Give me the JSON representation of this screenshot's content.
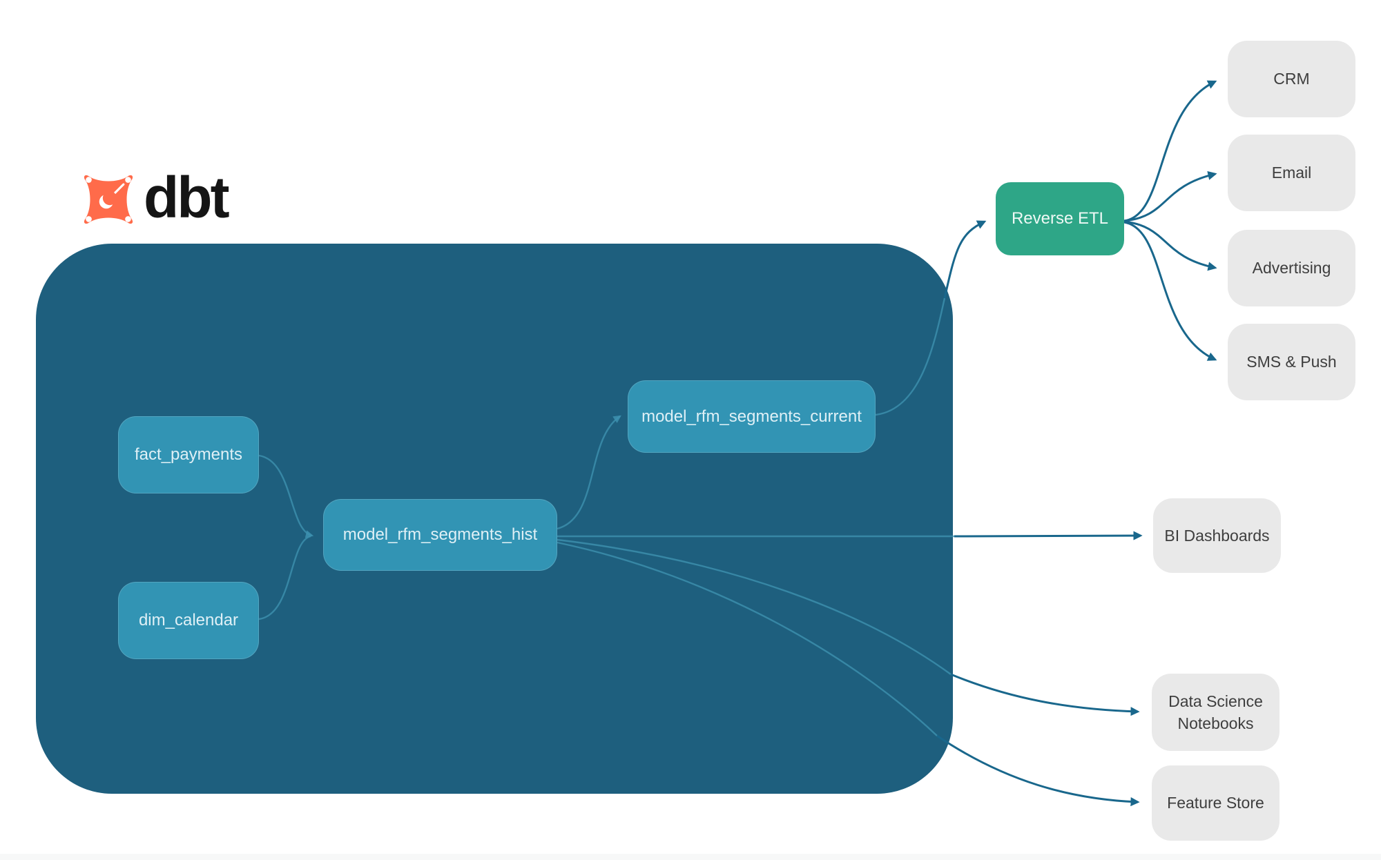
{
  "logo": {
    "text": "dbt",
    "icon": "dbt-supernova-icon"
  },
  "colors": {
    "container": "#1E5F7E",
    "model_node": "#3294B4",
    "reverse_etl_node": "#2EA687",
    "destination_node": "#E9E9E9",
    "edge_internal": "#3D91AF",
    "edge_external": "#19678C",
    "logo_orange": "#FF6B4A",
    "logo_text": "#151515"
  },
  "nodes": {
    "fact_payments": {
      "label": "fact_payments"
    },
    "dim_calendar": {
      "label": "dim_calendar"
    },
    "model_rfm_segments_hist": {
      "label": "model_rfm_segments_hist"
    },
    "model_rfm_segments_current": {
      "label": "model_rfm_segments_current"
    },
    "reverse_etl": {
      "label": "Reverse ETL"
    },
    "crm": {
      "label": "CRM"
    },
    "email": {
      "label": "Email"
    },
    "advertising": {
      "label": "Advertising"
    },
    "sms_push": {
      "label": "SMS & Push"
    },
    "bi_dashboards": {
      "label": "BI Dashboards"
    },
    "data_science_notebooks": {
      "label": "Data Science Notebooks"
    },
    "feature_store": {
      "label": "Feature Store"
    }
  },
  "edges": [
    {
      "from": "fact_payments",
      "to": "model_rfm_segments_hist"
    },
    {
      "from": "dim_calendar",
      "to": "model_rfm_segments_hist"
    },
    {
      "from": "model_rfm_segments_hist",
      "to": "model_rfm_segments_current"
    },
    {
      "from": "model_rfm_segments_current",
      "to": "reverse_etl"
    },
    {
      "from": "reverse_etl",
      "to": "crm"
    },
    {
      "from": "reverse_etl",
      "to": "email"
    },
    {
      "from": "reverse_etl",
      "to": "advertising"
    },
    {
      "from": "reverse_etl",
      "to": "sms_push"
    },
    {
      "from": "model_rfm_segments_hist",
      "to": "bi_dashboards"
    },
    {
      "from": "model_rfm_segments_hist",
      "to": "data_science_notebooks"
    },
    {
      "from": "model_rfm_segments_hist",
      "to": "feature_store"
    }
  ]
}
